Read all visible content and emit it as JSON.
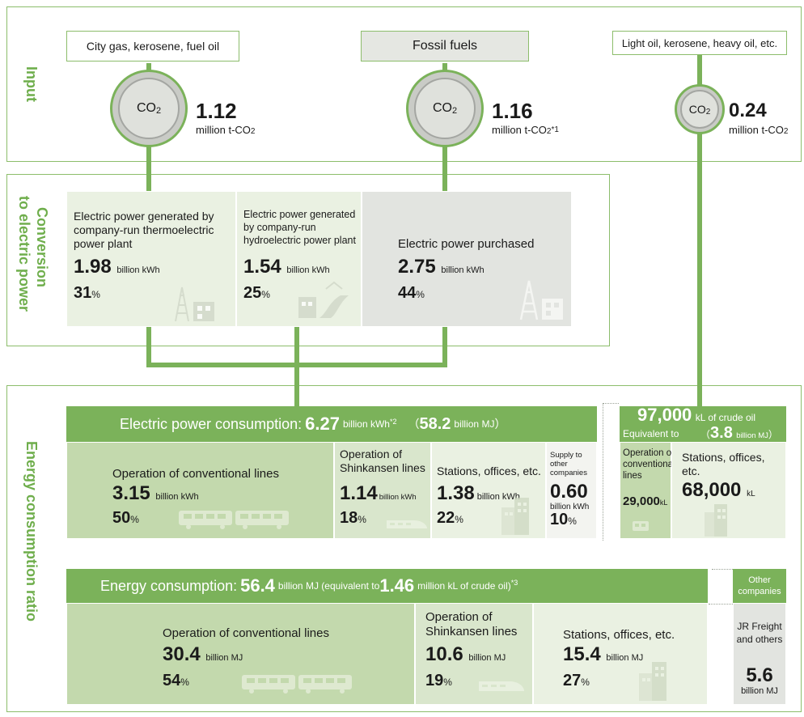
{
  "sections": {
    "input": "Input",
    "conversion": "Conversion\nto electric power",
    "conversion_l1": "Conversion",
    "conversion_l2": "to electric power",
    "energy": "Energy consumption ratio"
  },
  "input": {
    "sources": [
      "City gas, kerosene, fuel oil",
      "Fossil fuels",
      "Light oil, kerosene, heavy oil, etc."
    ],
    "co2_label": "CO",
    "co2_sub": "2",
    "emissions": [
      {
        "value": "1.12",
        "unit": "million t-CO",
        "sub": "2",
        "note": ""
      },
      {
        "value": "1.16",
        "unit": "million t-CO",
        "sub": "2",
        "note": "*1"
      },
      {
        "value": "0.24",
        "unit": "million t-CO",
        "sub": "2",
        "note": ""
      }
    ]
  },
  "conversion": {
    "thermo": {
      "l1": "Electric power generated by",
      "l2": "company-run thermoelectric",
      "l3": "power plant",
      "value": "1.98",
      "unit": "billion kWh",
      "pct": "31",
      "pct_sign": "%"
    },
    "hydro": {
      "l1": "Electric power generated",
      "l2": "by company-run",
      "l3": "hydroelectric power plant",
      "value": "1.54",
      "unit": "billion kWh",
      "pct": "25",
      "pct_sign": "%"
    },
    "purchased": {
      "l1": "Electric power purchased",
      "value": "2.75",
      "unit": "billion kWh",
      "pct": "44",
      "pct_sign": "%"
    }
  },
  "electric": {
    "header_label": "Electric power consumption: ",
    "header_value": "6.27",
    "header_unit": "billion kWh",
    "header_note": "*2",
    "header_open": "（",
    "header_mj": "58.2",
    "header_mj_unit": "billion MJ",
    "header_close": "）",
    "conventional": {
      "l1": "Operation of conventional lines",
      "value": "3.15",
      "unit": "billion kWh",
      "pct": "50",
      "pct_sign": "%"
    },
    "shinkansen": {
      "l1": "Operation of",
      "l2": "Shinkansen lines",
      "value": "1.14",
      "unit": "billion kWh",
      "pct": "18",
      "pct_sign": "%"
    },
    "stations": {
      "l1": "Stations, offices, etc.",
      "value": "1.38",
      "unit": "billion kWh",
      "pct": "22",
      "pct_sign": "%"
    },
    "supply": {
      "l1": "Supply to other",
      "l2": "companies",
      "value": "0.60",
      "unit": "billion kWh",
      "pct": "10",
      "pct_sign": "%"
    }
  },
  "oil": {
    "value": "97,000",
    "unit": "kL of crude oil",
    "equiv": "Equivalent to",
    "open": "（",
    "mj": "3.8",
    "mj_unit": "billion MJ",
    "close": "）",
    "conventional": {
      "l1": "Operation of",
      "l2": "conventional",
      "l3": "lines",
      "value": "29,000",
      "unit": "kL"
    },
    "stations": {
      "l1": "Stations, offices,",
      "l2": "etc.",
      "value": "68,000",
      "unit": "kL"
    }
  },
  "energy": {
    "header_label": "Energy consumption: ",
    "header_value": "56.4",
    "header_unit": "billion MJ (equivalent to",
    "header_kl": "1.46",
    "header_kl_unit": "million kL of crude oil)",
    "header_note": "*3",
    "conventional": {
      "l1": "Operation of conventional lines",
      "value": "30.4",
      "unit": "billion MJ",
      "pct": "54",
      "pct_sign": "%"
    },
    "shinkansen": {
      "l1": "Operation of",
      "l2": "Shinkansen lines",
      "value": "10.6",
      "unit": "billion MJ",
      "pct": "19",
      "pct_sign": "%"
    },
    "stations": {
      "l1": "Stations, offices, etc.",
      "value": "15.4",
      "unit": "billion MJ",
      "pct": "27",
      "pct_sign": "%"
    },
    "other": {
      "header_l1": "Other",
      "header_l2": "companies",
      "l1": "JR Freight",
      "l2": "and others",
      "value": "5.6",
      "unit": "billion MJ"
    }
  },
  "colors": {
    "accent": "#7bb25a",
    "label": "#6fae4c",
    "cell_dark": "#c3d9ad",
    "cell_mid": "#d9e6cc",
    "cell_light": "#eaf1e2",
    "cell_gray": "#e2e4e0"
  },
  "icons": [
    "power-plant-icon",
    "dam-icon",
    "transmission-tower-icon",
    "train-icon",
    "shinkansen-icon",
    "building-icon",
    "bus-icon"
  ]
}
